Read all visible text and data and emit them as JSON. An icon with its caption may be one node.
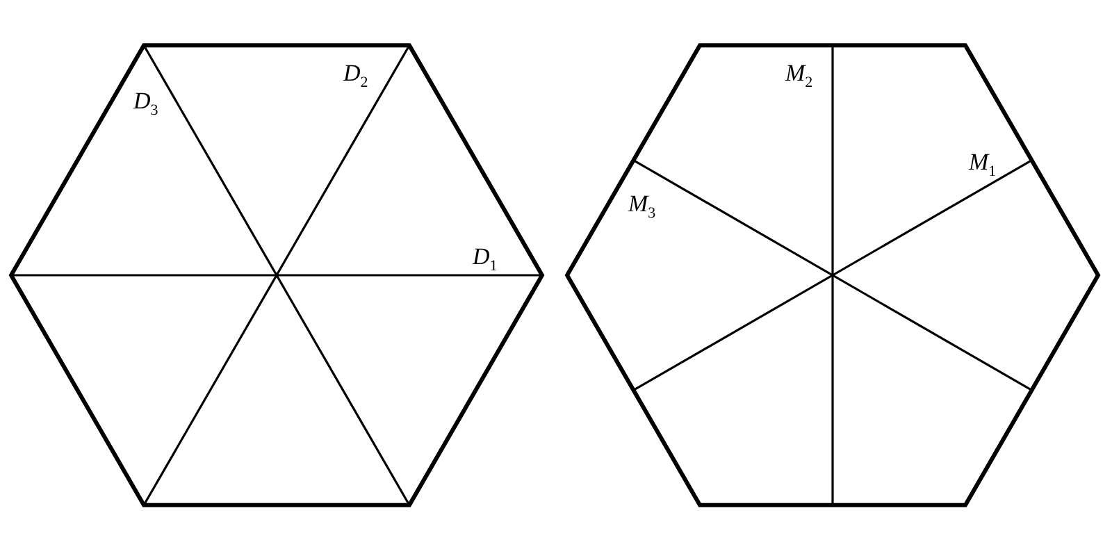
{
  "diagram": {
    "labels": [
      "D$_{3}$",
      "D$_{2}$",
      "D$_{1}$",
      "M$_{2}$",
      "M$_{1}$",
      "M$_{3}$"
    ]
  }
}
